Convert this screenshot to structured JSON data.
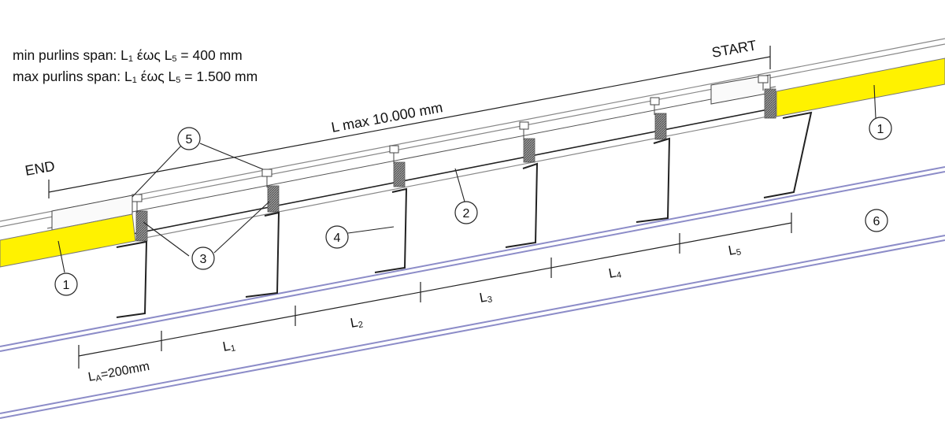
{
  "notes": {
    "min": {
      "label": "min purlins span:",
      "l_from": "L",
      "l_from_sub": "1",
      "word": "έως",
      "l_to": "L",
      "l_to_sub": "5",
      "value": "= 400 mm"
    },
    "max": {
      "label": "max purlins span:",
      "l_from": "L",
      "l_from_sub": "1",
      "word": "έως",
      "l_to": "L",
      "l_to_sub": "5",
      "value": "= 1.500 mm"
    }
  },
  "labels": {
    "start": "START",
    "end": "END",
    "lmax": "L max 10.000 mm",
    "la": {
      "main": "L",
      "sub": "A",
      "rest": "=200mm"
    },
    "spans": [
      {
        "main": "L",
        "sub": "1"
      },
      {
        "main": "L",
        "sub": "2"
      },
      {
        "main": "L",
        "sub": "3"
      },
      {
        "main": "L",
        "sub": "4"
      },
      {
        "main": "L",
        "sub": "5"
      }
    ]
  },
  "callouts": {
    "c1_left": "1",
    "c1_right": "1",
    "c2": "2",
    "c3": "3",
    "c4": "4",
    "c5": "5",
    "c6": "6"
  },
  "colors": {
    "panel_yellow": "#fff200",
    "line": "#222222",
    "rafter": "#8c8cc8",
    "spacer": "#777777"
  }
}
